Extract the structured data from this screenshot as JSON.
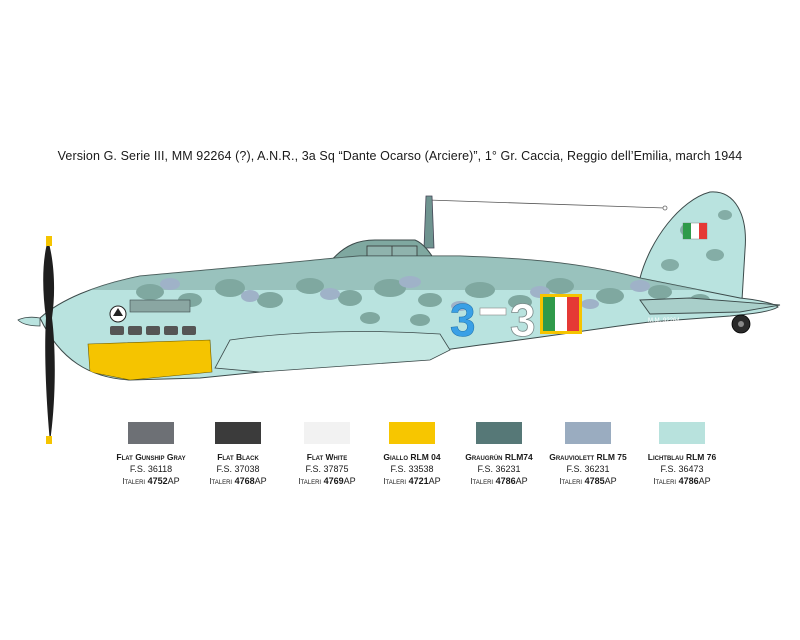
{
  "caption": "Version G. Serie III, MM 92264 (?), A.N.R., 3a Sq “Dante Ocarso (Arciere)”, 1° Gr. Caccia, Reggio dell’Emilia, march 1944",
  "aircraft": {
    "code_left": "3",
    "code_right": "3",
    "serial": "M.M. 92264",
    "code_color": "#3aa0e6"
  },
  "colors": {
    "flag_green": "#2f9a4a",
    "flag_white": "#ffffff",
    "flag_red": "#e53935",
    "base_light": "#b9e3df",
    "mottle_green": "#7fa8a0",
    "mottle_violet": "#9fb2c8",
    "nose_yellow": "#f5c400"
  },
  "swatches": [
    {
      "name": "Flat Gunship Gray",
      "fs": "F.S. 36118",
      "brand": "Italeri",
      "code_num": "4752",
      "code_suffix": "AP",
      "color": "#6d7075"
    },
    {
      "name": "Flat Black",
      "fs": "F.S. 37038",
      "brand": "Italeri",
      "code_num": "4768",
      "code_suffix": "AP",
      "color": "#3b3b3b"
    },
    {
      "name": "Flat White",
      "fs": "F.S. 37875",
      "brand": "Italeri",
      "code_num": "4769",
      "code_suffix": "AP",
      "color": "#f2f2f2"
    },
    {
      "name": "Giallo RLM 04",
      "fs": "F.S. 33538",
      "brand": "Italeri",
      "code_num": "4721",
      "code_suffix": "AP",
      "color": "#f7c600"
    },
    {
      "name": "Graugrün RLM74",
      "fs": "F.S. 36231",
      "brand": "Italeri",
      "code_num": "4786",
      "code_suffix": "AP",
      "color": "#567877"
    },
    {
      "name": "Grauviolett RLM 75",
      "fs": "F.S. 36231",
      "brand": "Italeri",
      "code_num": "4785",
      "code_suffix": "AP",
      "color": "#9aacc0"
    },
    {
      "name": "Lichtblau RLM 76",
      "fs": "F.S. 36473",
      "brand": "Italeri",
      "code_num": "4786",
      "code_suffix": "AP",
      "color": "#b8e2dd"
    }
  ]
}
